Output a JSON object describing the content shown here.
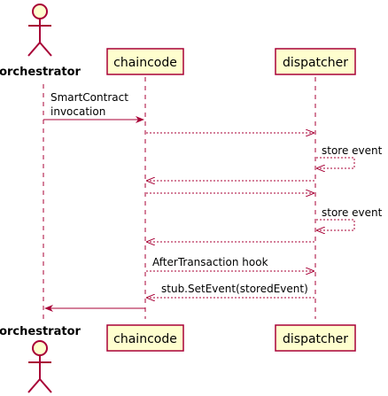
{
  "participants": {
    "orchestrator": "orchestrator",
    "chaincode": "chaincode",
    "dispatcher": "dispatcher"
  },
  "messages": {
    "m1_line1": "SmartContract",
    "m1_line2": "invocation",
    "store_event_1": "store event",
    "store_event_2": "store event",
    "after_hook": "AfterTransaction hook",
    "set_event": "stub.SetEvent(storedEvent)"
  },
  "colors": {
    "arrow": "#a80036",
    "box_fill": "#fefece",
    "box_border": "#a80036",
    "lifeline": "#a80036"
  }
}
